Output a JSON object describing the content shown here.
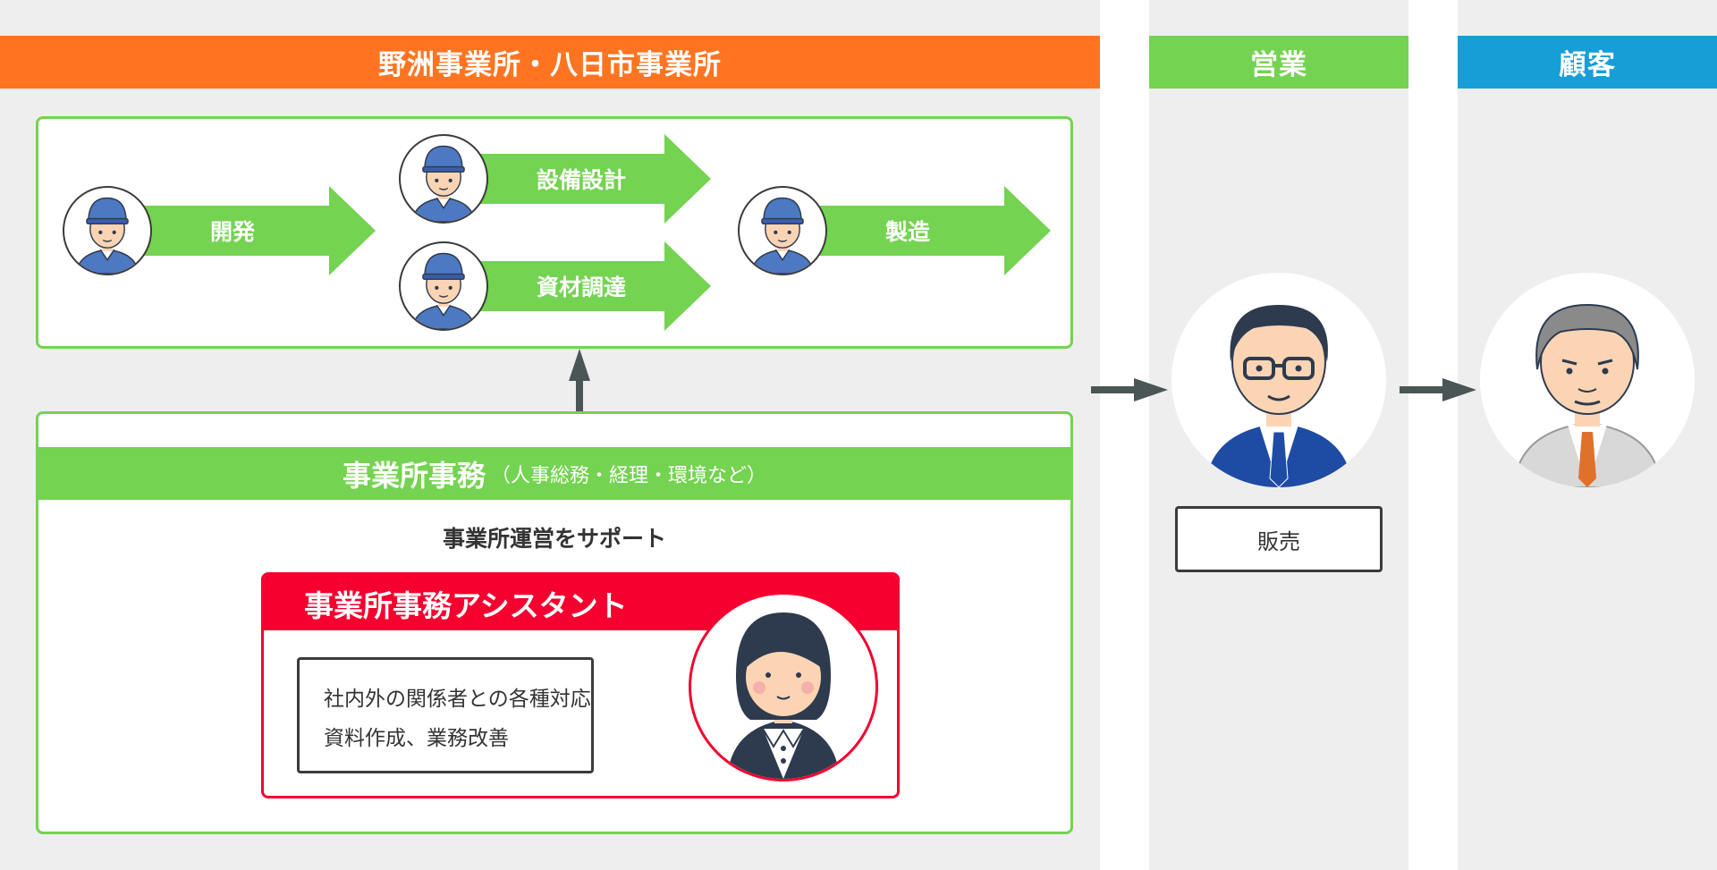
{
  "colors": {
    "orange": "#ff7421",
    "green": "#74d350",
    "blue": "#189ed6",
    "red": "#f5002f",
    "gray_bg": "#eeeeee",
    "dark_arrow": "#4a5656"
  },
  "headers": {
    "site": "野洲事業所・八日市事業所",
    "sales": "営業",
    "customer": "顧客"
  },
  "process": {
    "development": "開発",
    "equipment_design": "設備設計",
    "procurement": "資材調達",
    "manufacturing": "製造"
  },
  "office": {
    "title": "事業所事務",
    "subtitle": "（人事総務・経理・環境など）",
    "support": "事業所運営をサポート",
    "assistant_title": "事業所事務アシスタント",
    "duties": [
      "社内外の関係者との各種対応",
      "資料作成、業務改善"
    ]
  },
  "sales_box": {
    "label": "販売"
  },
  "icons": [
    "worker-icon",
    "salesperson-icon",
    "customer-icon",
    "assistant-icon",
    "arrow-right-icon",
    "arrow-up-icon"
  ]
}
